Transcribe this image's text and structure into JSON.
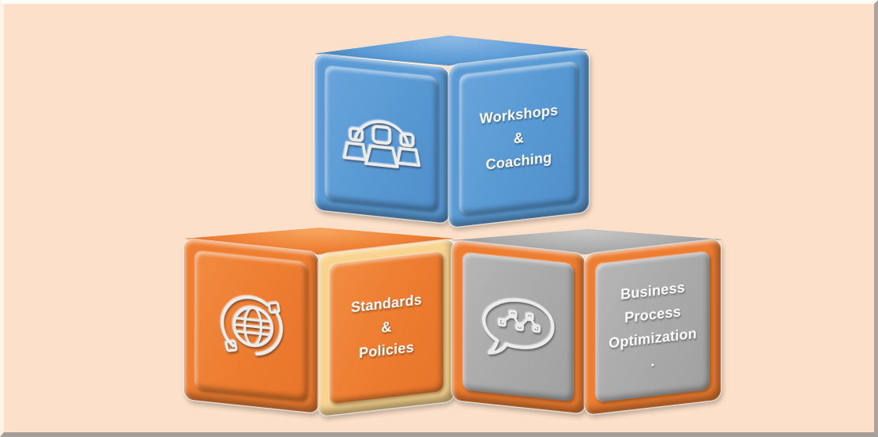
{
  "canvas": {
    "background_color": "#fce0c9",
    "bevel_light_color": "#fffef8",
    "bevel_dark_color": "#a39e99",
    "text_color": "#ffffff",
    "icon_color": "#ececec"
  },
  "cubes": [
    {
      "name": "workshops-coaching",
      "face_color": "#5b9bd5",
      "frame_color": "#5b9bd5",
      "icon": "group-people-icon",
      "lines": [
        "Workshops",
        "&",
        "Coaching"
      ]
    },
    {
      "name": "standards-policies",
      "face_color": "#ee7e32",
      "right_frame_color": "#f9d48e",
      "icon": "globe-sync-icon",
      "lines": [
        "Standards",
        "&",
        "Policies"
      ]
    },
    {
      "name": "business-process-optimization",
      "face_color": "#ababab",
      "frame_color": "#ed7d31",
      "icon": "speech-bubble-network-icon",
      "lines": [
        "Business",
        "Process",
        "Optimization",
        "."
      ]
    }
  ]
}
